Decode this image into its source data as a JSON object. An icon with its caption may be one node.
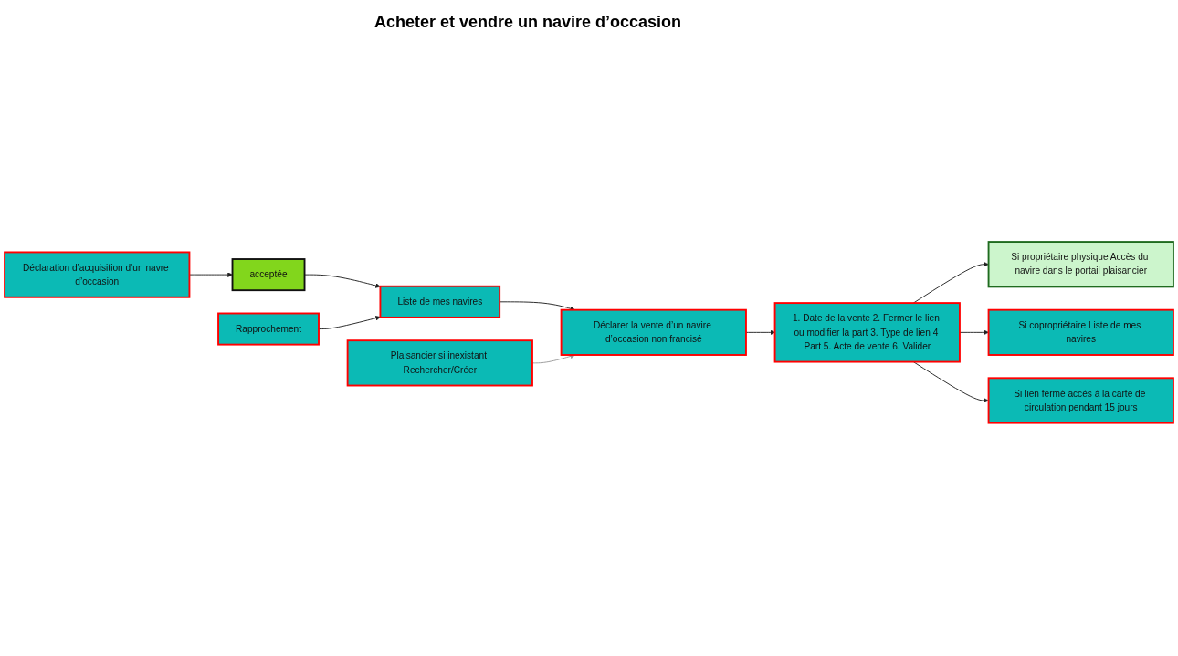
{
  "diagram": {
    "title": "Acheter et vendre un navire d’occasion",
    "nodes": [
      {
        "text": [
          "Déclaration d’acquisition d’un navre d’occasion"
        ]
      },
      {
        "text": [
          "acceptée"
        ]
      },
      {
        "text": [
          "Rapprochement"
        ]
      },
      {
        "text": [
          "Liste de mes navires"
        ]
      },
      {
        "text": [
          "Plaisancier si inexistant Rechercher/Créer"
        ]
      },
      {
        "text": [
          "Déclarer la vente d’un navire d’occasion non francisé"
        ]
      },
      {
        "text": [
          "1. Date de la vente 2. Fermer le lien ou modifier la part 3. Type de lien 4 Part 5. Acte de vente 6. Valider"
        ]
      },
      {
        "text": [
          "Si propriétaire physique Accès du navire dans le portail plaisancier"
        ]
      },
      {
        "text": [
          "Si copropriétaire Liste de mes navires"
        ]
      },
      {
        "text": [
          "Si lien fermé accès à la carte de circulation pendant 15 jours"
        ]
      }
    ],
    "edges": [
      {
        "from": 0,
        "to": 1,
        "arrow": "to"
      },
      {
        "from": 1,
        "to": 3,
        "arrow": "to"
      },
      {
        "from": 2,
        "to": 3,
        "arrow": "to"
      },
      {
        "from": 3,
        "to": 5,
        "arrow": "to"
      },
      {
        "from": 4,
        "to": 5,
        "arrow": "to",
        "color": "#999999"
      },
      {
        "from": 5,
        "to": 6,
        "arrow": "to"
      },
      {
        "from": 6,
        "to": 7,
        "arrow": "to"
      },
      {
        "from": 6,
        "to": 8,
        "arrow": "to"
      },
      {
        "from": 6,
        "to": 9,
        "arrow": "to"
      }
    ]
  }
}
